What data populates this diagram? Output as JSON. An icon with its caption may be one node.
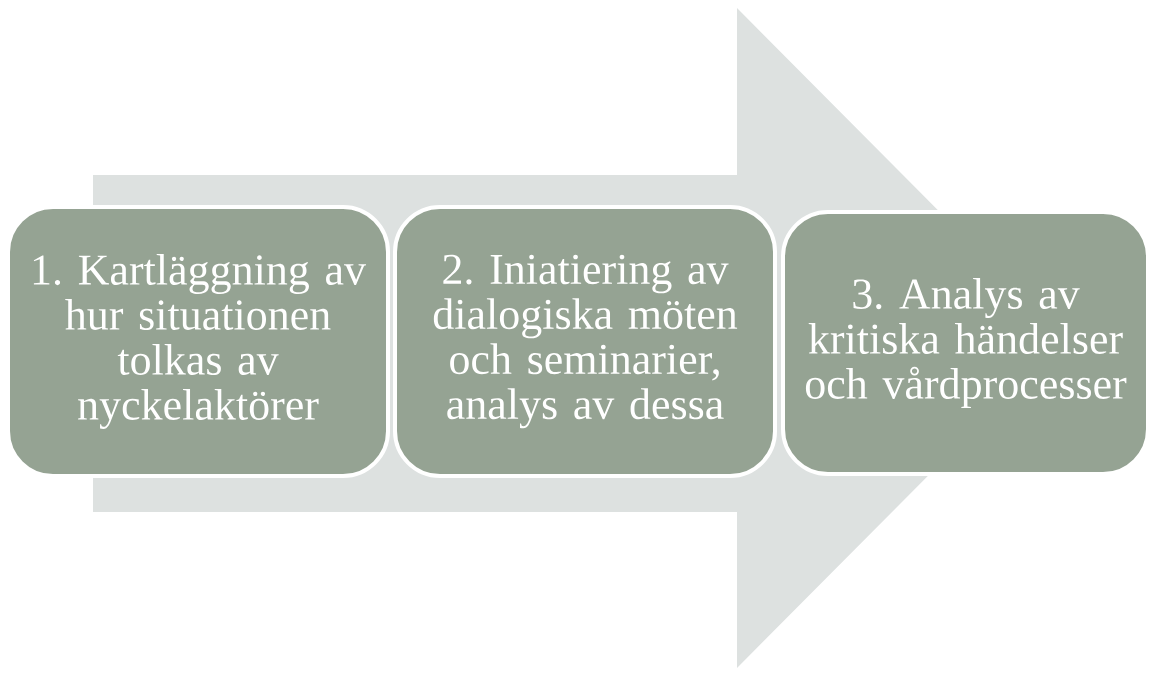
{
  "diagram": {
    "nodes": [
      {
        "text": [
          "1. Kartläggning av hur situationen tolkas av nyckelaktörer"
        ]
      },
      {
        "text": [
          "2. Iniatiering av dialogiska möten och seminarier, analys av dessa"
        ]
      },
      {
        "text": [
          "3. Analys av kritiska händelser och vårdprocesser"
        ]
      }
    ],
    "edges": [
      {
        "from": 0,
        "to": 2,
        "arrow": "to"
      }
    ]
  }
}
